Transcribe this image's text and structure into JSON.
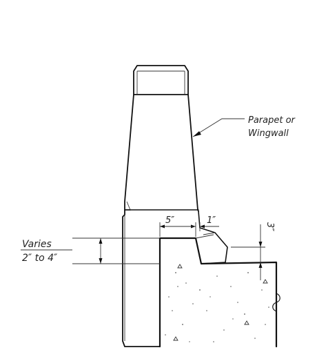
{
  "labels": {
    "parapet_line1": "Parapet or",
    "parapet_line2": "Wingwall",
    "dim_5": "5″",
    "dim_1": "1″",
    "dim_3": "3″",
    "varies_line1": "Varies",
    "varies_line2": "2″ to 4″"
  },
  "colors": {
    "ink": "#111111",
    "background": "#ffffff"
  }
}
